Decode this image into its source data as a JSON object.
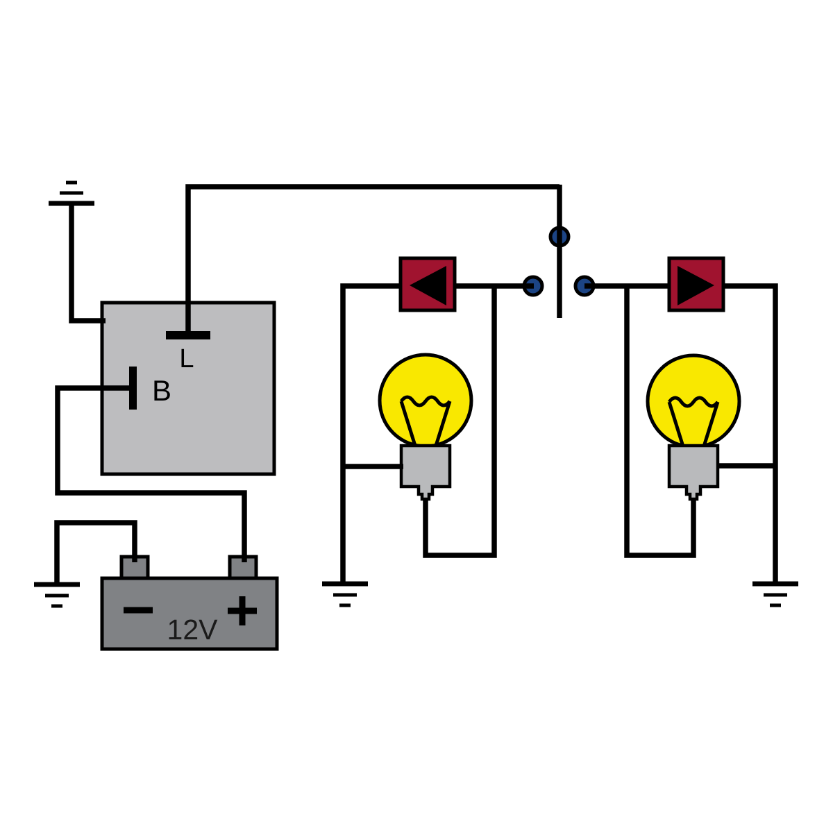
{
  "labels": {
    "relay_terminal_l": "L",
    "relay_terminal_b": "B",
    "battery_voltage": "12V",
    "battery_positive_symbol": "+",
    "battery_negative_symbol": "−"
  },
  "colors": {
    "background": "#ffffff",
    "wire_black": "#000000",
    "relay_fill": "#bdbdbf",
    "battery_fill": "#808285",
    "bulb_glass_yellow": "#f9e800",
    "bulb_base_gray": "#b9babc",
    "indicator_red": "#a0132f",
    "contact_blue": "#1c4484"
  }
}
